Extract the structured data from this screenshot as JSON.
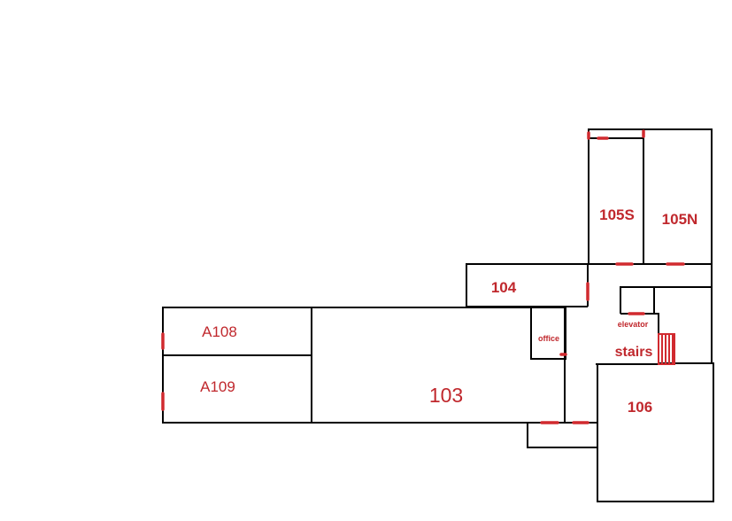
{
  "floor_plan": {
    "colors": {
      "walls": "#000000",
      "labels": "#c0282d",
      "doors": "#d12a2f",
      "background": "#ffffff"
    },
    "rooms": {
      "A108": "A108",
      "A109": "A109",
      "r103": "103",
      "r104": "104",
      "r105S": "105S",
      "r105N": "105N",
      "r106": "106",
      "office": "office",
      "elevator": "elevator",
      "stairs": "stairs"
    }
  }
}
